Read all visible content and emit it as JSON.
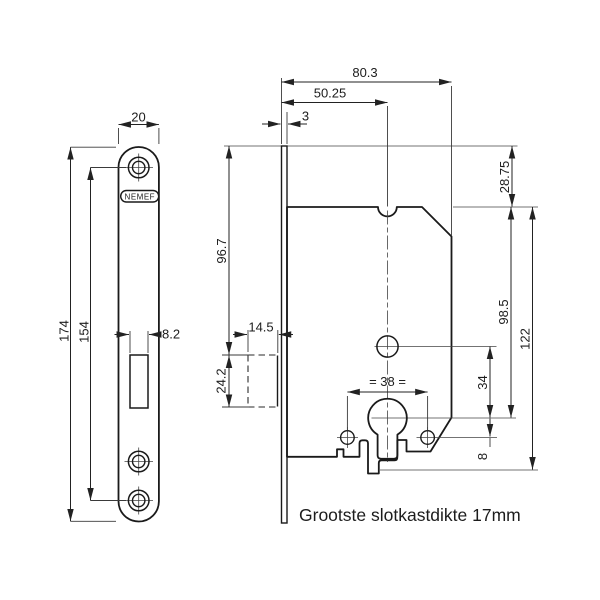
{
  "front_view": {
    "logo": "NEMEF",
    "width": "20",
    "total_height": "174",
    "screw_hole_spacing": "154",
    "latch_slot_width": "8.2"
  },
  "side_view": {
    "case_depth": "80.3",
    "backset": "50.25",
    "faceplate_thickness": "3",
    "top_to_case_top": "28.75",
    "top_to_bolt": "96.7",
    "bolt_throw": "14.5",
    "bolt_height": "24.2",
    "case_top_to_cylinder": "98.5",
    "case_height": "122",
    "follower_to_cylinder": "34",
    "cylinder_to_screws": "8",
    "screw_spacing": "= 38 ="
  },
  "caption": "Grootste slotkastdikte 17mm"
}
